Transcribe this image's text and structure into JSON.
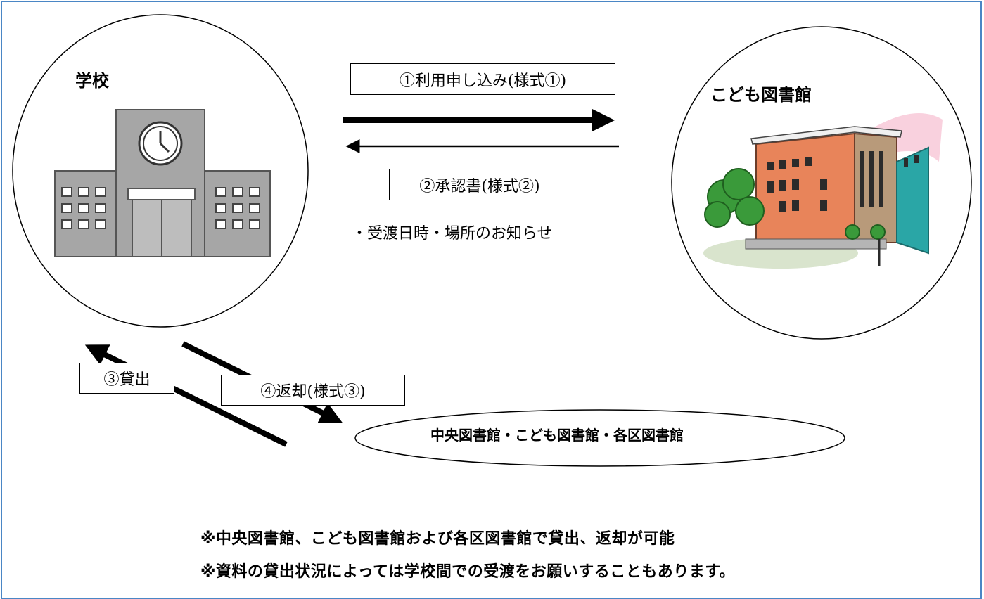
{
  "nodes": {
    "school": "学校",
    "kids_library": "こども図書館",
    "libraries": "中央図書館・こども図書館・各区図書館"
  },
  "steps": {
    "apply": "①利用申し込み(様式①)",
    "approval": "②承認書(様式②)",
    "notice": "・受渡日時・場所のお知らせ",
    "lend": "③貸出",
    "return": "④返却(様式③)"
  },
  "notes": {
    "line1": "※中央図書館、こども図書館および各区図書館で貸出、返却が可能",
    "line2": "※資料の貸出状況によっては学校間での受渡をお願いすることもあります。"
  },
  "colors": {
    "frame": "#4a86c5",
    "building_gray": "#a6a6a6",
    "library_brick": "#e8845a",
    "library_green": "#3a9a3a"
  }
}
